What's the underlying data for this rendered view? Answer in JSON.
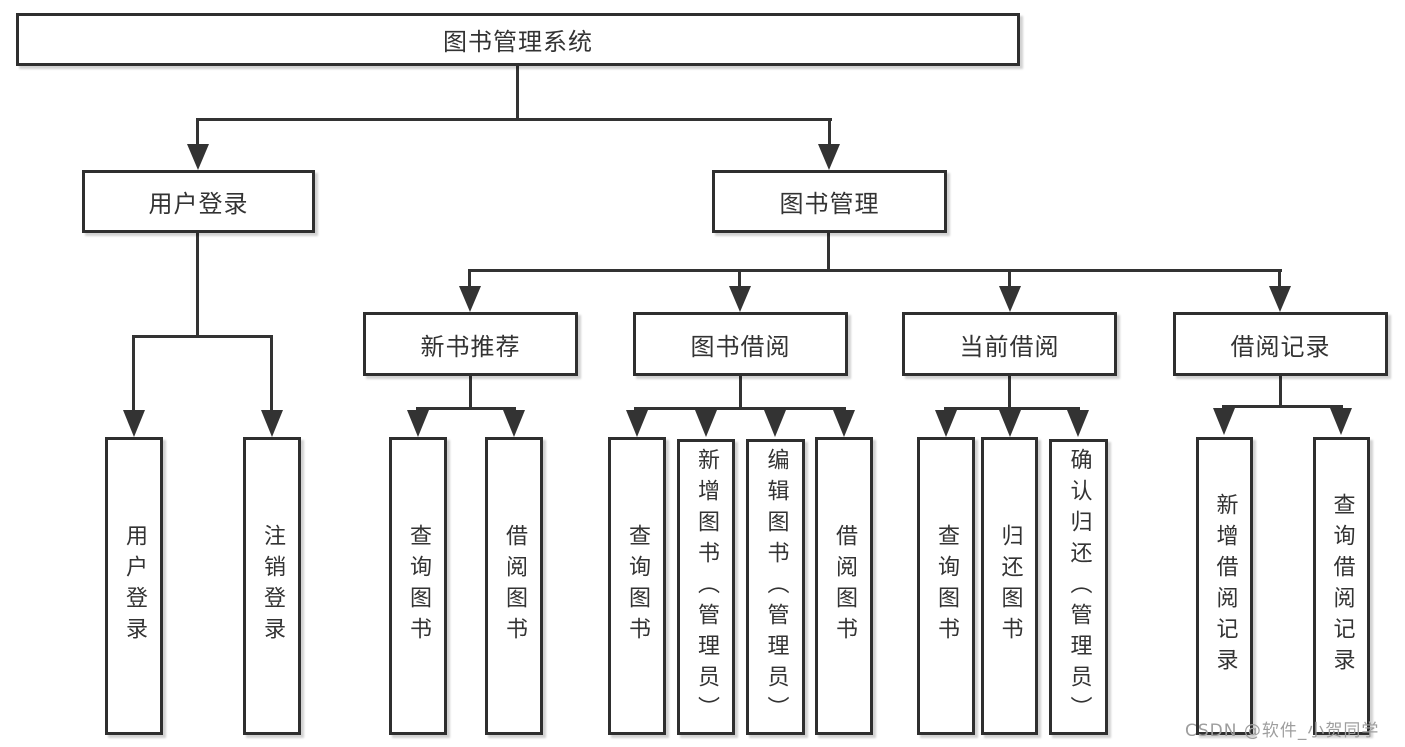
{
  "tree": {
    "label": "图书管理系统",
    "children": [
      {
        "label": "用户登录",
        "children": [
          {
            "label": "用户登录"
          },
          {
            "label": "注销登录"
          }
        ]
      },
      {
        "label": "图书管理",
        "children": [
          {
            "label": "新书推荐",
            "children": [
              {
                "label": "查询图书"
              },
              {
                "label": "借阅图书"
              }
            ]
          },
          {
            "label": "图书借阅",
            "children": [
              {
                "label": "查询图书"
              },
              {
                "label": "新增图书（管理员）"
              },
              {
                "label": "编辑图书（管理员）"
              },
              {
                "label": "借阅图书"
              }
            ]
          },
          {
            "label": "当前借阅",
            "children": [
              {
                "label": "查询图书"
              },
              {
                "label": "归还图书"
              },
              {
                "label": "确认归还（管理员）"
              }
            ]
          },
          {
            "label": "借阅记录",
            "children": [
              {
                "label": "新增借阅记录"
              },
              {
                "label": "查询借阅记录"
              }
            ]
          }
        ]
      }
    ]
  },
  "watermark": {
    "text": "CSDN @软件_小贺同学"
  },
  "colors": {
    "line": "#333333",
    "border": "#2f2f2f",
    "text": "#333333",
    "watermark": "#9e9e9e",
    "background": "#ffffff"
  }
}
